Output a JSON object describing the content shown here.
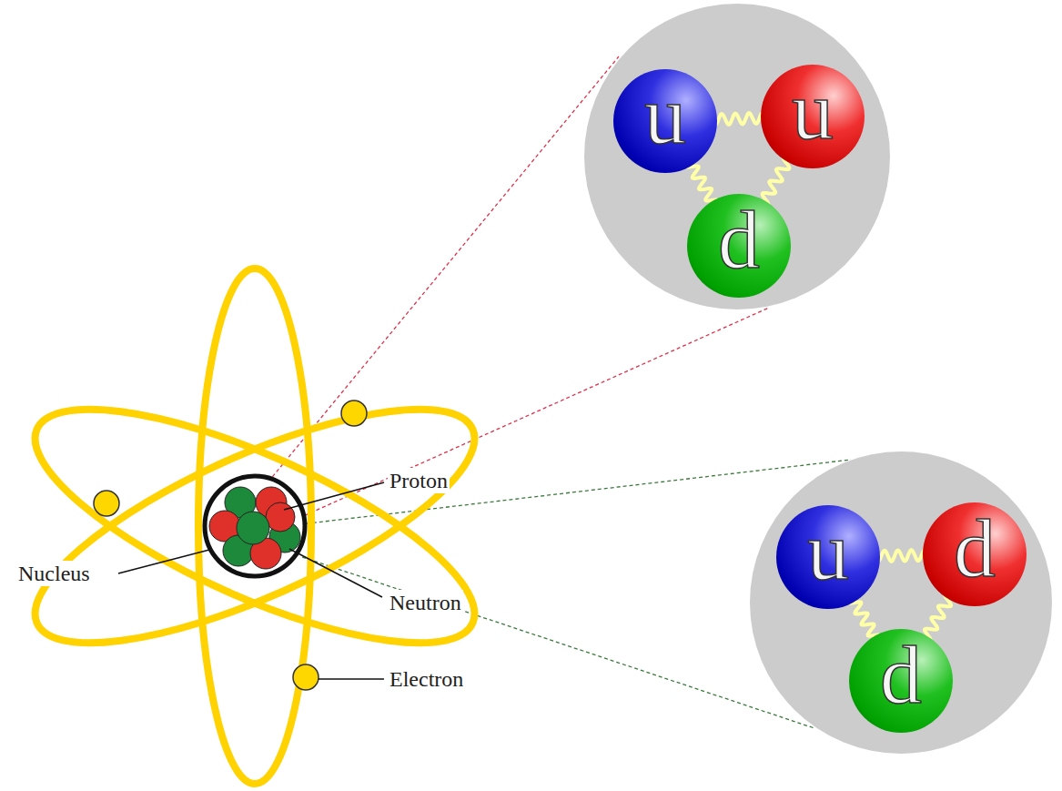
{
  "diagram": {
    "nodes": [
      {
        "text": [
          "u"
        ]
      },
      {
        "text": [
          "u"
        ]
      },
      {
        "text": [
          "d"
        ]
      },
      {
        "text": [
          "u"
        ]
      },
      {
        "text": [
          "d"
        ]
      },
      {
        "text": [
          "d"
        ]
      }
    ],
    "edges": [
      {
        "from": 0,
        "to": 1,
        "arrow": "none"
      },
      {
        "from": 0,
        "to": 2,
        "arrow": "none"
      },
      {
        "from": 1,
        "to": 2,
        "arrow": "none"
      },
      {
        "from": 3,
        "to": 4,
        "arrow": "none"
      },
      {
        "from": 3,
        "to": 5,
        "arrow": "none"
      },
      {
        "from": 4,
        "to": 5,
        "arrow": "none"
      }
    ],
    "labels": [
      "Proton",
      "Nucleus",
      "Neutron",
      "Electron"
    ]
  }
}
